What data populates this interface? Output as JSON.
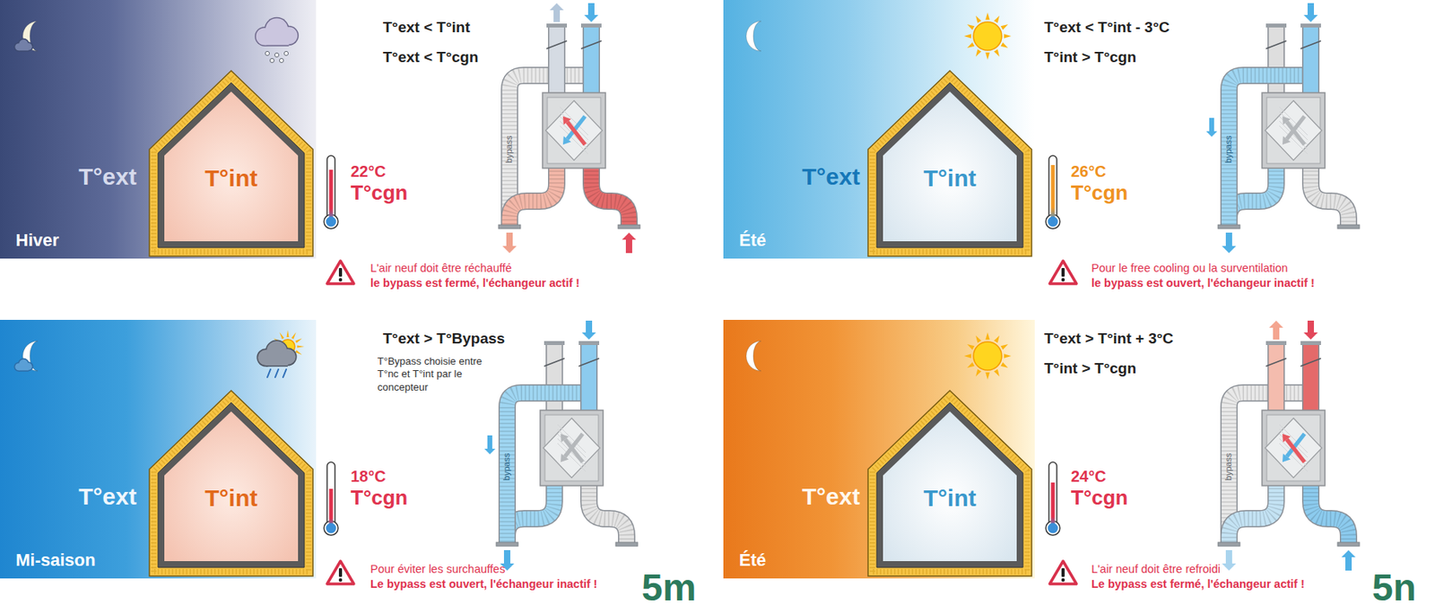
{
  "diagram": {
    "nodes": [
      {
        "text": [
          "T°ext",
          "Hiver"
        ]
      },
      {
        "text": [
          "T°int"
        ],
        "in": 0
      },
      {
        "text": [
          "T°ext",
          "Été"
        ]
      },
      {
        "text": [
          "T°int"
        ],
        "in": 2
      },
      {
        "text": [
          "T°ext",
          "Mi-saison"
        ]
      },
      {
        "text": [
          "T°int"
        ],
        "in": 4
      },
      {
        "text": [
          "T°ext",
          "Été"
        ]
      },
      {
        "text": [
          "T°int"
        ],
        "in": 6
      }
    ],
    "labels": [
      "T°ext < T°int",
      "T°ext < T°cgn",
      "bypass",
      "22°C",
      "T°cgn",
      "L'air neuf doit être réchauffé",
      "le bypass est fermé, l'échangeur actif !",
      "T°ext < T°int - 3°C",
      "T°int > T°cgn",
      "bypass",
      "26°C",
      "T°cgn",
      "Pour le free cooling ou la surventilation",
      "le bypass est ouvert, l'échangeur inactif !",
      "T°ext > T°Bypass",
      "T°Bypass choisie entre T°nc et T°int par le concepteur",
      "bypass",
      "18°C",
      "T°cgn",
      "Pour éviter les surchauffes",
      "Le bypass est ouvert, l'échangeur inactif !",
      "5m",
      "T°ext > T°int + 3°C",
      "T°int > T°cgn",
      "bypass",
      "24°C",
      "T°cgn",
      "L'air neuf doit être refroidi",
      "Le bypass est fermé, l'échangeur actif !",
      "5n"
    ]
  }
}
